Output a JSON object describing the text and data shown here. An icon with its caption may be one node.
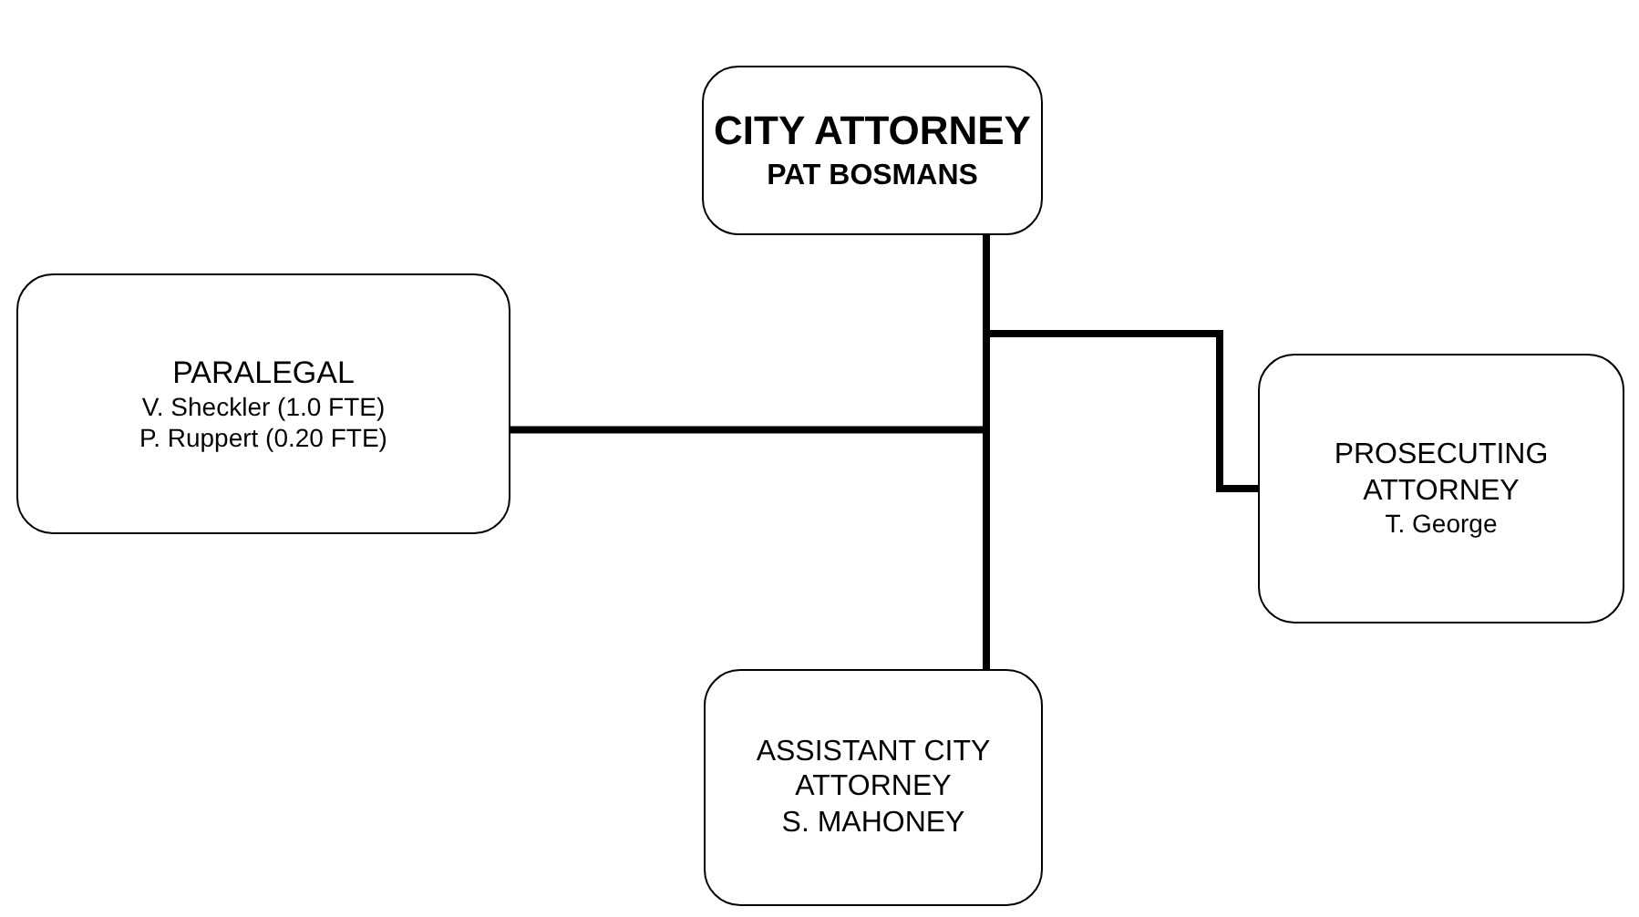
{
  "diagram": {
    "nodes": [
      {
        "text": [
          "CITY ATTORNEY",
          "PAT BOSMANS"
        ]
      },
      {
        "text": [
          "PARALEGAL",
          "V. Sheckler (1.0 FTE)",
          "P. Ruppert (0.20 FTE)"
        ]
      },
      {
        "text": [
          "PROSECUTING ATTORNEY",
          "T. George"
        ]
      },
      {
        "text": [
          "ASSISTANT CITY ATTORNEY",
          "S. MAHONEY"
        ]
      }
    ],
    "edges": [
      {
        "from": 0,
        "to": 1,
        "arrow": "none"
      },
      {
        "from": 0,
        "to": 2,
        "arrow": "none"
      },
      {
        "from": 0,
        "to": 3,
        "arrow": "none"
      }
    ]
  }
}
